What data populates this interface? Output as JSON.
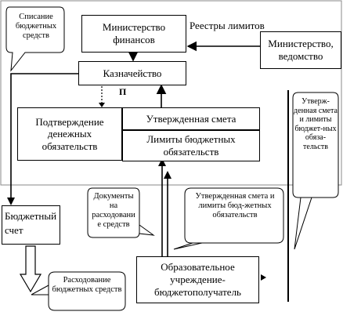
{
  "nodes": {
    "ministry_finance": "Министерство финансов",
    "treasury": "Казначейство",
    "confirm_obligations": "Подтверждение денежных обязательств",
    "approved_estimate": "Утвержденная смета",
    "budget_limits": "Лимиты бюджетных обязательств",
    "ministry_agency": "Министерство, ведомство",
    "budget_account": "Бюджетный счет",
    "educational_institution": "Образовательное учреждение-бюджетополучатель"
  },
  "labels": {
    "limit_registers": "Реестры лимитов",
    "p_marker": "П"
  },
  "callouts": {
    "writeoff": "Списание бюджетных средств",
    "documents": "Документы на расходовани е средств",
    "estimate_limits": "Утвержденная смета и лимиты бюд-жетных обязательств",
    "spending": "Расходование бюджетных средств",
    "right_vertical": "Утверж-денная смета и лимиты бюджет-ных обяза-тельств"
  }
}
